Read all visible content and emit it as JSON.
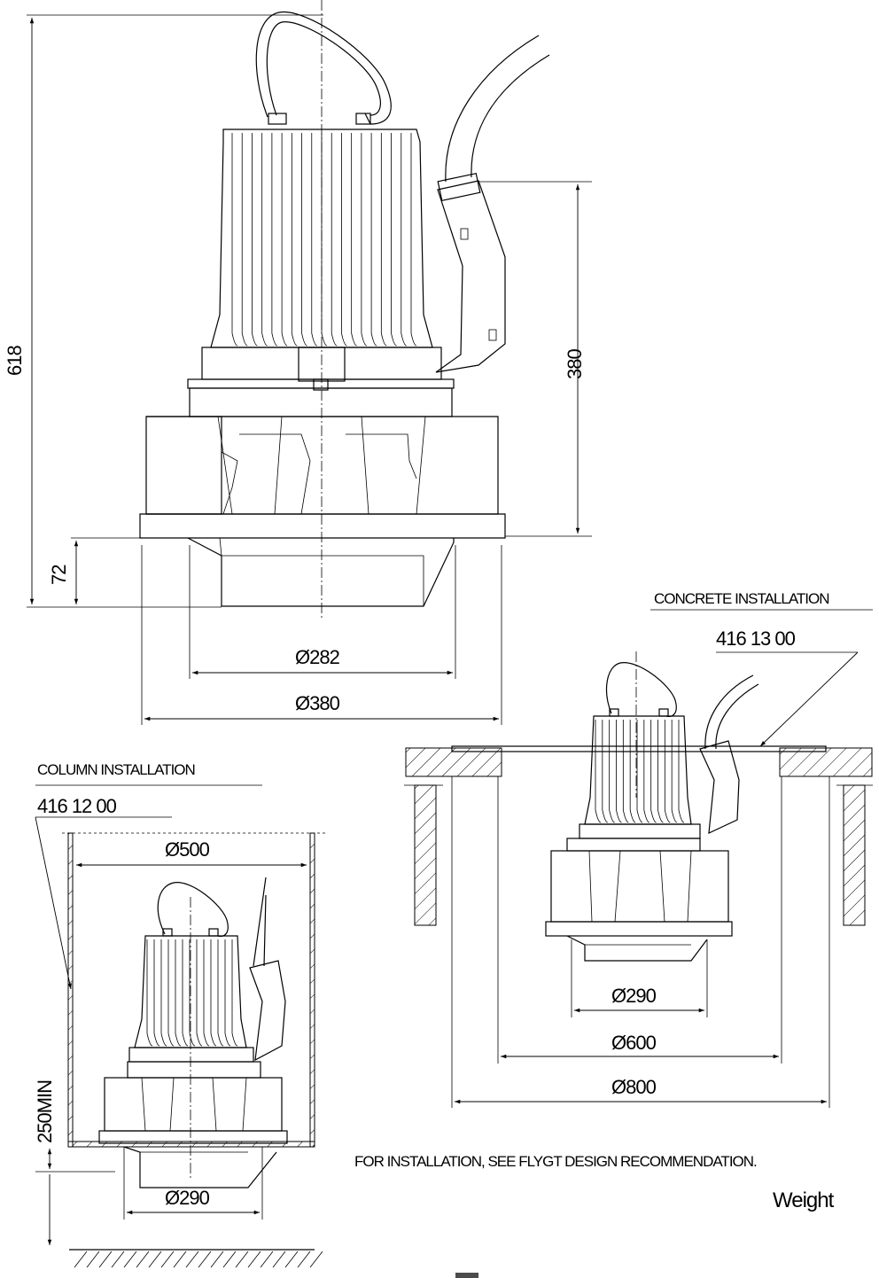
{
  "main_view": {
    "height_label": "618",
    "cable_height_label": "380",
    "base_height_label": "72",
    "dia_inlet_label": "Ø282",
    "dia_base_label": "Ø380"
  },
  "concrete_installation": {
    "title": "CONCRETE INSTALLATION",
    "part_number": "416 13 00",
    "dia_inlet_label": "Ø290",
    "dia_opening_label": "Ø600",
    "dia_outer_label": "Ø800"
  },
  "column_installation": {
    "title": "COLUMN  INSTALLATION",
    "part_number": "416 12 00",
    "dia_column_label": "Ø500",
    "dia_inlet_label": "Ø290",
    "min_depth_label": "250MIN"
  },
  "notes": {
    "installation_note": "FOR INSTALLATION, SEE FLYGT DESIGN RECOMMENDATION.",
    "weight_label": "Weight"
  }
}
